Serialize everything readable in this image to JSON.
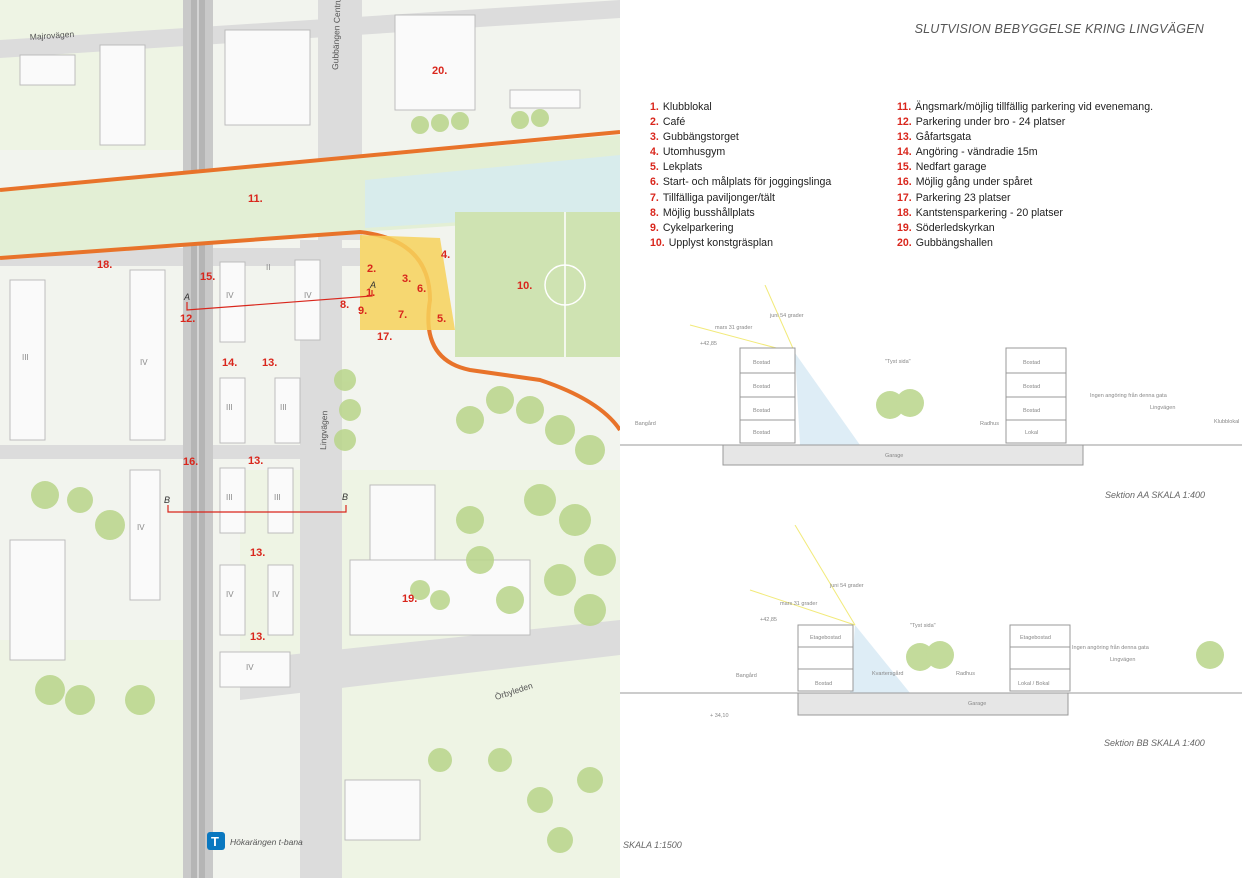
{
  "title": "SLUTVISION BEBYGGELSE KRING LINGVÄGEN",
  "legend_left": [
    {
      "n": "1.",
      "t": "Klubblokal"
    },
    {
      "n": "2.",
      "t": "Café"
    },
    {
      "n": "3.",
      "t": "Gubbängstorget"
    },
    {
      "n": "4.",
      "t": "Utomhusgym"
    },
    {
      "n": "5.",
      "t": "Lekplats"
    },
    {
      "n": "6.",
      "t": "Start- och målplats för joggingslinga"
    },
    {
      "n": "7.",
      "t": "Tillfälliga paviljonger/tält"
    },
    {
      "n": "8.",
      "t": "Möjlig busshållplats"
    },
    {
      "n": "9.",
      "t": "Cykelparkering"
    },
    {
      "n": "10.",
      "t": "Upplyst konstgräsplan"
    }
  ],
  "legend_right": [
    {
      "n": "11.",
      "t": "Ängsmark/möjlig tillfällig parkering vid evenemang."
    },
    {
      "n": "12.",
      "t": "Parkering under bro - 24 platser"
    },
    {
      "n": "13.",
      "t": "Gåfartsgata"
    },
    {
      "n": "14.",
      "t": "Angöring - vändradie 15m"
    },
    {
      "n": "15.",
      "t": "Nedfart garage"
    },
    {
      "n": "16.",
      "t": "Möjlig gång under spåret"
    },
    {
      "n": "17.",
      "t": "Parkering 23 platser"
    },
    {
      "n": "18.",
      "t": "Kantstensparkering - 20 platser"
    },
    {
      "n": "19.",
      "t": "Söderledskyrkan"
    },
    {
      "n": "20.",
      "t": "Gubbängshallen"
    }
  ],
  "streets": {
    "majrovagen": "Majrovägen",
    "gubbangen_centrum": "Gubbängen Centrum",
    "lingvagen": "Lingvägen",
    "orbyleden": "Örbyleden",
    "station": "Hökarängen t-bana",
    "tbana_symbol": "T"
  },
  "map_labels": {
    "l1": "1.",
    "l2": "2.",
    "l3": "3.",
    "l4": "4.",
    "l5": "5.",
    "l6": "6.",
    "l7": "7.",
    "l8": "8.",
    "l9": "9.",
    "l10": "10.",
    "l11": "11.",
    "l12": "12.",
    "l13": "13.",
    "l14": "14.",
    "l15": "15.",
    "l16": "16.",
    "l17": "17.",
    "l18": "18.",
    "l19": "19.",
    "l20": "20.",
    "cutA": "A",
    "cutB": "B",
    "fl_iii": "III",
    "fl_iv": "IV",
    "fl_ii": "II"
  },
  "section_aa": {
    "caption": "Sektion AA SKALA 1:400",
    "sun_mars": "mars 31 grader",
    "sun_juni": "juni 54 grader",
    "level": "+42,85",
    "tyst": "\"Tyst sida\"",
    "bostad": "Bostad",
    "lokal": "Lokal",
    "radhus": "Radhus",
    "garage": "Garage",
    "bangard": "Bangård",
    "lingvagen": "Lingvägen",
    "ingen": "Ingen angöring från denna gata",
    "klubb": "Klubblokal"
  },
  "section_bb": {
    "caption": "Sektion BB SKALA 1:400",
    "sun_mars": "mars 31 grader",
    "sun_juni": "juni 54 grader",
    "level": "+42,85",
    "tyst": "\"Tyst sida\"",
    "etage": "Etagebostad",
    "bostad": "Bostad",
    "radhus": "Radhus",
    "kvartersgard": "Kvartersgård",
    "lokal_bokal": "Lokal / Bokal",
    "garage": "Garage",
    "bangard": "Bangård",
    "lingvagen": "Lingvägen",
    "ingen": "Ingen angöring från denna gata",
    "level2": "+ 34,10"
  },
  "scale": "SKALA 1:1500",
  "colors": {
    "accent_red": "#d9261c",
    "path_orange": "#e8732a",
    "meadow": "#e2f0d6",
    "pitch": "#d4e8b8",
    "plaza": "#f7d15a",
    "building": "#fafafa",
    "tree": "#b9d58a"
  }
}
